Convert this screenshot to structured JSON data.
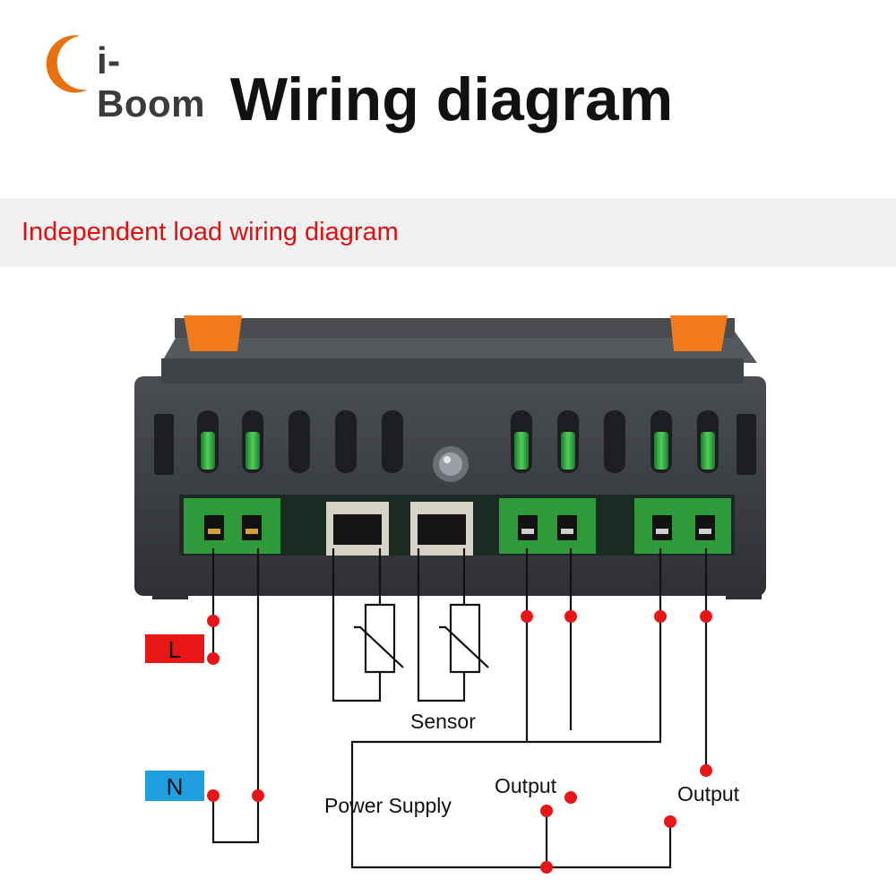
{
  "brand": {
    "name": "i-Boom"
  },
  "title": "Wiring diagram",
  "subtitle": "Independent load wiring diagram",
  "colors": {
    "brand_orange": "#e8700f",
    "subtitle_red": "#e01010",
    "dot_red": "#e81616",
    "live_tag": "#e81616",
    "neutral_tag": "#1f9fe0",
    "terminal_green": "#2e9a3a",
    "housing": "#3a3d42"
  },
  "icons": [
    "thermistor-icon",
    "terminal-block-icon",
    "led-indicator-icon"
  ],
  "labels": {
    "live": "L",
    "neutral": "N",
    "sensor": "Sensor",
    "power_supply": "Power Supply",
    "output_1": "Output",
    "output_2": "Output"
  }
}
